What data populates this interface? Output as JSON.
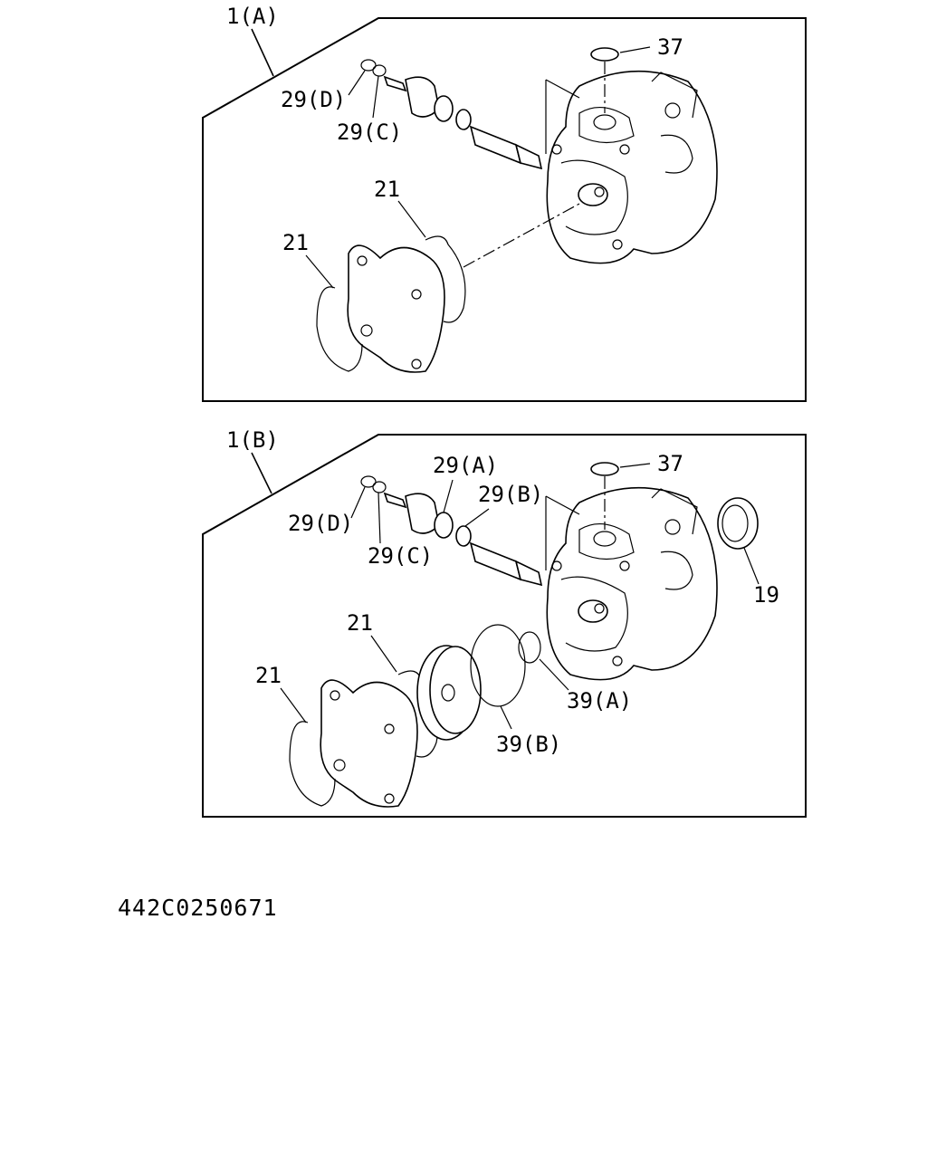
{
  "diagram_title": "",
  "panel_a": {
    "assembly_label": "1(A)",
    "labels": {
      "plug_a": "37",
      "oring_d": "29(D)",
      "oring_c": "29(C)",
      "gasket_upper": "21",
      "gasket_lower": "21"
    }
  },
  "panel_b": {
    "assembly_label": "1(B)",
    "labels": {
      "plug_b": "37",
      "oring_a": "29(A)",
      "oring_b": "29(B)",
      "oring_d": "29(D)",
      "oring_c": "29(C)",
      "seal": "19",
      "gasket_upper": "21",
      "gasket_lower": "21",
      "ring_a": "39(A)",
      "ring_b": "39(B)"
    }
  },
  "reference_code": "442C0250671"
}
